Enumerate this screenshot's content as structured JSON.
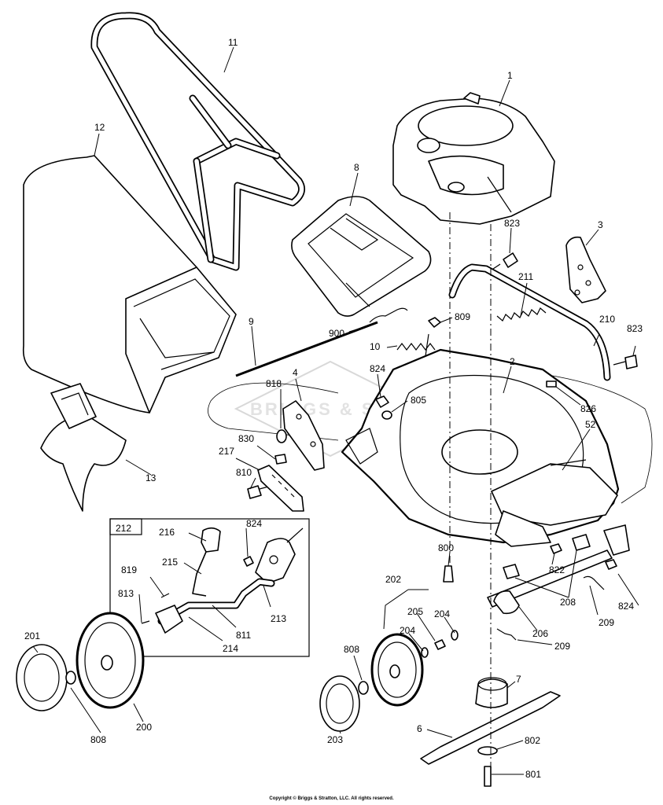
{
  "callouts": {
    "c1": "1",
    "c2": "2",
    "c3": "3",
    "c4": "4",
    "c6": "6",
    "c7": "7",
    "c8": "8",
    "c9": "9",
    "c10": "10",
    "c11": "11",
    "c12": "12",
    "c13": "13",
    "c52": "52",
    "c200": "200",
    "c201": "201",
    "c202": "202",
    "c203": "203",
    "c204a": "204",
    "c204b": "204",
    "c205": "205",
    "c206": "206",
    "c208": "208",
    "c209a": "209",
    "c209b": "209",
    "c210": "210",
    "c211": "211",
    "c212": "212",
    "c213": "213",
    "c214": "214",
    "c215": "215",
    "c216": "216",
    "c217": "217",
    "c800": "800",
    "c801": "801",
    "c802": "802",
    "c805": "805",
    "c808a": "808",
    "c808b": "808",
    "c809": "809",
    "c810": "810",
    "c811": "811",
    "c813": "813",
    "c818": "818",
    "c819": "819",
    "c822": "822",
    "c823a": "823",
    "c823b": "823",
    "c824a": "824",
    "c824b": "824",
    "c824c": "824",
    "c826": "826",
    "c830": "830",
    "c900": "900"
  },
  "watermark": "BRIGGS & STRATTON",
  "copyright": "Copyright © Briggs & Stratton, LLC. All rights reserved."
}
